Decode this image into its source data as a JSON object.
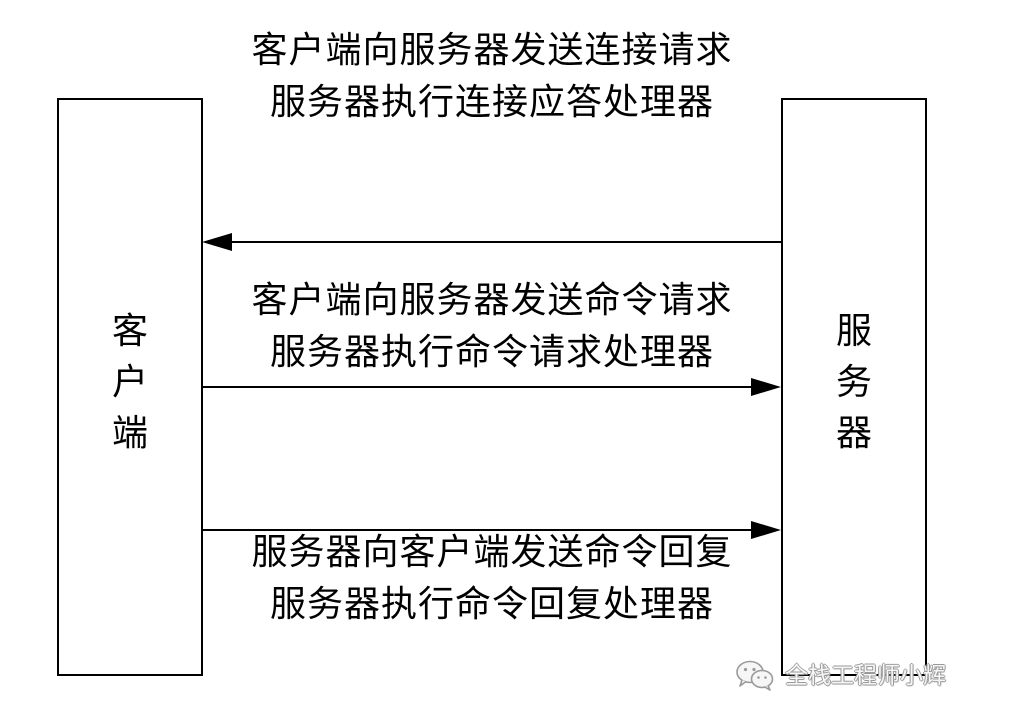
{
  "diagram": {
    "participants": {
      "client": {
        "label": "客户端"
      },
      "server": {
        "label": "服务器"
      }
    },
    "messages": [
      {
        "lines": [
          "客户端向服务器发送连接请求",
          "服务器执行连接应答处理器"
        ]
      },
      {
        "lines": [
          "客户端向服务器发送命令请求",
          "服务器执行命令请求处理器"
        ]
      },
      {
        "lines": [
          "服务器向客户端发送命令回复",
          "服务器执行命令回复处理器"
        ]
      }
    ]
  },
  "watermark": {
    "icon": "wechat-icon",
    "text": "全栈工程师小辉"
  },
  "colors": {
    "stroke": "#000000",
    "text": "#000000",
    "background": "#ffffff",
    "watermark_outline": "#9a9a9a"
  }
}
